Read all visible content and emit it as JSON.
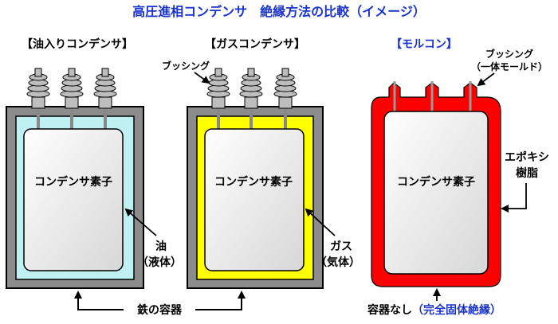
{
  "title": "高圧進相コンデンサ　絶縁方法の比較（イメージ）",
  "columns": [
    {
      "heading": "【油入りコンデンサ】",
      "element_label": "コンデンサ素子",
      "medium_label_1": "油",
      "medium_label_2": "（液体）"
    },
    {
      "heading": "【ガスコンデンサ】",
      "element_label": "コンデンサ素子",
      "medium_label_1": "ガス",
      "medium_label_2": "（気体）"
    },
    {
      "heading": "【モルコン】",
      "element_label": "コンデンサ素子",
      "resin_label_1": "エポキシ",
      "resin_label_2": "樹脂"
    }
  ],
  "bushing_label": "ブッシング",
  "bushing_mold_label_1": "ブッシング",
  "bushing_mold_label_2": "（一体モールド）",
  "iron_container_label": "鉄の容器",
  "no_container_label": "容器なし",
  "solid_insulation_label": "（完全固体絶縁）",
  "colors": {
    "title": "#1a33cc",
    "molcon_heading": "#1a33cc",
    "oil": "#bff0f2",
    "gas": "#ffff00",
    "resin": "#ff0000",
    "container": "#8c8c8c",
    "bushing": "#bdbdbd",
    "element": "#eeeeee"
  }
}
